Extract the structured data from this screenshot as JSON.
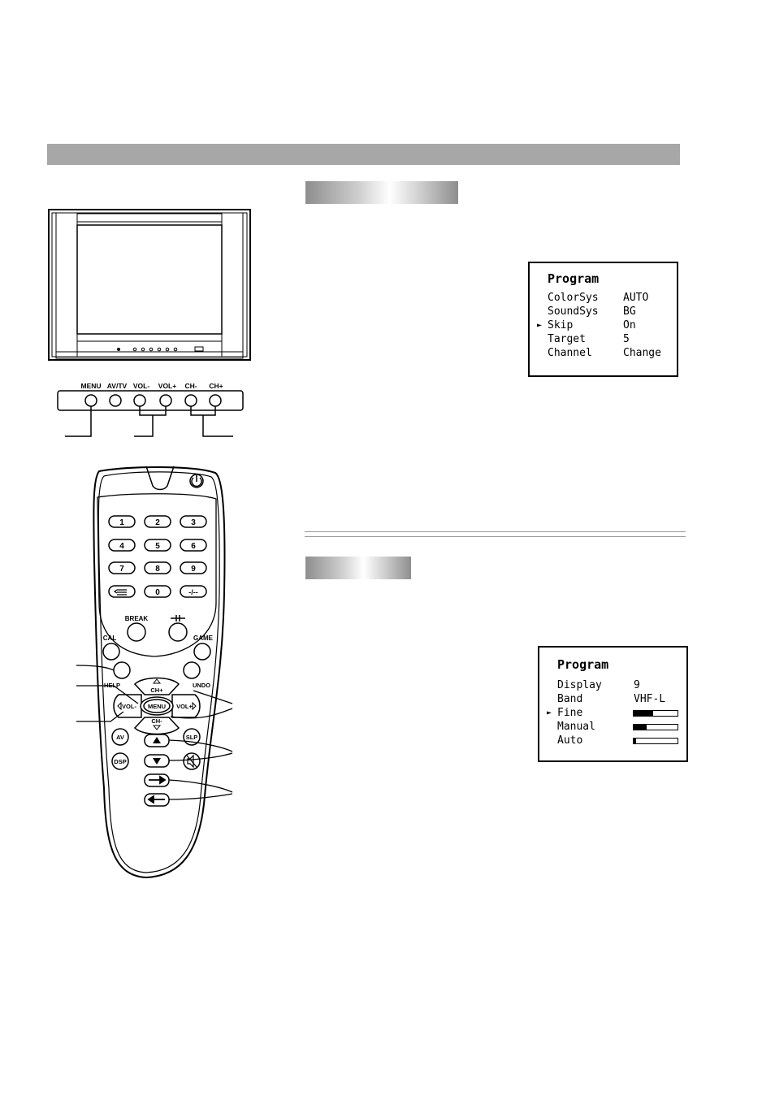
{
  "tv_panel": {
    "buttons": [
      "MENU",
      "AV/TV",
      "VOL-",
      "VOL+",
      "CH-",
      "CH+"
    ]
  },
  "remote": {
    "number_keys": [
      "1",
      "2",
      "3",
      "4",
      "5",
      "6",
      "7",
      "8",
      "9",
      "0",
      "-/--"
    ],
    "break_label": "BREAK",
    "cal_label": "CAL",
    "game_label": "GAME",
    "help_label": "HELP",
    "undo_label": "UNDO",
    "menu_label": "MENU",
    "ch_plus_label": "CH+",
    "ch_minus_label": "CH-",
    "vol_minus_label": "VOL-",
    "vol_plus_label": "VOL+",
    "av_label": "AV",
    "dsp_label": "DSP",
    "slp_label": "SLP"
  },
  "osd_program": {
    "title": "Program",
    "rows": [
      {
        "label": "ColorSys",
        "value": "AUTO"
      },
      {
        "label": "SoundSys",
        "value": "BG"
      },
      {
        "label": "Skip",
        "value": "On",
        "selected": true
      },
      {
        "label": "Target",
        "value": "5"
      },
      {
        "label": "Channel",
        "value": "Change"
      }
    ]
  },
  "osd_tuning": {
    "title": "Program",
    "rows": [
      {
        "label": "Display",
        "value": "9"
      },
      {
        "label": "Band",
        "value": "VHF-L"
      },
      {
        "label": "Fine",
        "level": 0.45,
        "selected": true
      },
      {
        "label": "Manual",
        "level": 0.3
      },
      {
        "label": "Auto",
        "level": 0.05
      }
    ]
  },
  "pointer_glyph": "►",
  "colors": {
    "title_bar": "#a7a7a7",
    "section_bar_dark": "#8e8e8e",
    "section_bar_light": "#ffffff"
  }
}
